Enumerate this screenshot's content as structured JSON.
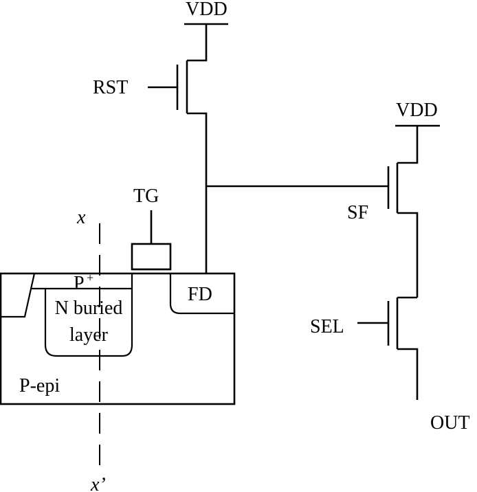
{
  "labels": {
    "vdd_top": "VDD",
    "vdd_right": "VDD",
    "rst": "RST",
    "sf": "SF",
    "sel": "SEL",
    "out": "OUT",
    "tg": "TG",
    "fd": "FD",
    "p_plus": "P",
    "p_plus_sup": "+",
    "n_buried_line1": "N buried",
    "n_buried_line2": "layer",
    "p_epi": "P-epi",
    "x_top": "x",
    "x_bottom": "x’"
  }
}
